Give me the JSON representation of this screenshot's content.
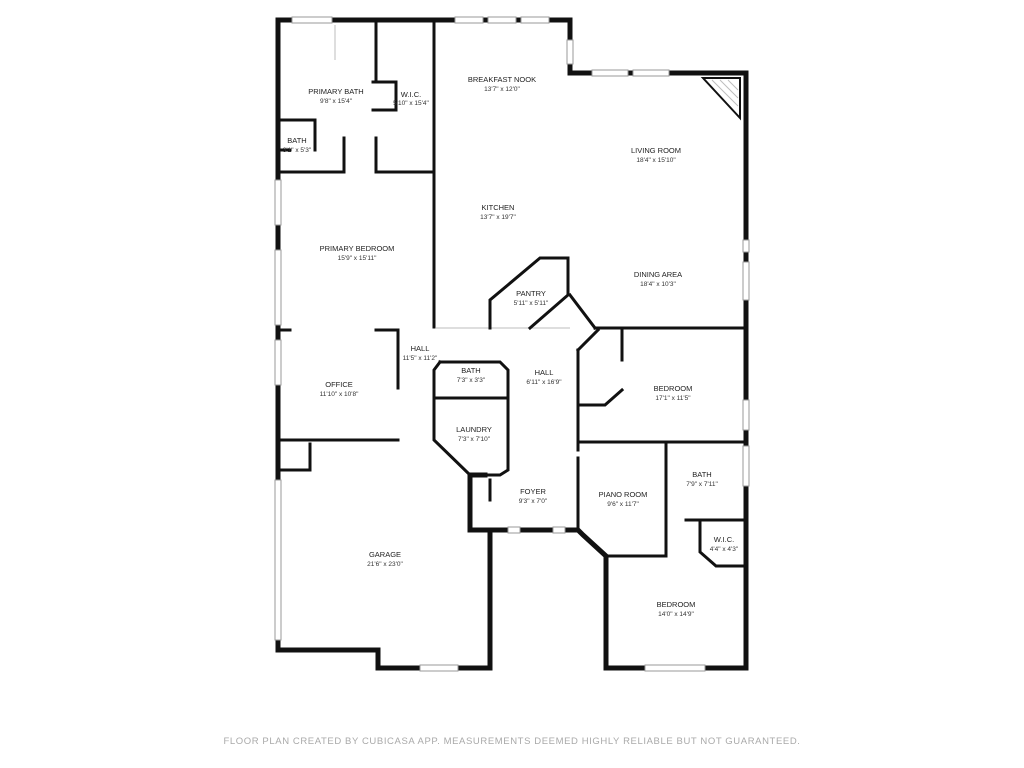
{
  "rooms": [
    {
      "id": "primary-bath",
      "name": "PRIMARY BATH",
      "dims": "9'8\" x 15'4\""
    },
    {
      "id": "wic-primary",
      "name": "W.I.C.",
      "dims": "5'10\" x 15'4\""
    },
    {
      "id": "bath-small",
      "name": "BATH",
      "dims": "3'1\" x 5'3\""
    },
    {
      "id": "breakfast-nook",
      "name": "BREAKFAST NOOK",
      "dims": "13'7\" x 12'0\""
    },
    {
      "id": "living-room",
      "name": "LIVING ROOM",
      "dims": "18'4\" x 15'10\""
    },
    {
      "id": "kitchen",
      "name": "KITCHEN",
      "dims": "13'7\" x 19'7\""
    },
    {
      "id": "primary-bedroom",
      "name": "PRIMARY BEDROOM",
      "dims": "15'9\" x 15'11\""
    },
    {
      "id": "dining-area",
      "name": "DINING AREA",
      "dims": "18'4\" x 10'3\""
    },
    {
      "id": "pantry",
      "name": "PANTRY",
      "dims": "5'11\" x 5'11\""
    },
    {
      "id": "hall-west",
      "name": "HALL",
      "dims": "11'5\" x 11'2\""
    },
    {
      "id": "bath-hall",
      "name": "BATH",
      "dims": "7'3\" x 3'3\""
    },
    {
      "id": "hall-center",
      "name": "HALL",
      "dims": "6'11\" x 16'9\""
    },
    {
      "id": "office",
      "name": "OFFICE",
      "dims": "11'10\" x 10'8\""
    },
    {
      "id": "bedroom-east",
      "name": "BEDROOM",
      "dims": "17'1\" x 11'5\""
    },
    {
      "id": "laundry",
      "name": "LAUNDRY",
      "dims": "7'3\" x 7'10\""
    },
    {
      "id": "bath-east",
      "name": "BATH",
      "dims": "7'9\" x 7'11\""
    },
    {
      "id": "foyer",
      "name": "FOYER",
      "dims": "9'3\" x 7'0\""
    },
    {
      "id": "piano-room",
      "name": "PIANO ROOM",
      "dims": "9'6\" x 11'7\""
    },
    {
      "id": "wic-east",
      "name": "W.I.C.",
      "dims": "4'4\" x 4'3\""
    },
    {
      "id": "garage",
      "name": "GARAGE",
      "dims": "21'6\" x 23'0\""
    },
    {
      "id": "bedroom-south",
      "name": "BEDROOM",
      "dims": "14'0\" x 14'9\""
    }
  ],
  "footer": "FLOOR PLAN CREATED BY CUBICASA APP. MEASUREMENTS DEEMED HIGHLY RELIABLE BUT NOT GUARANTEED."
}
